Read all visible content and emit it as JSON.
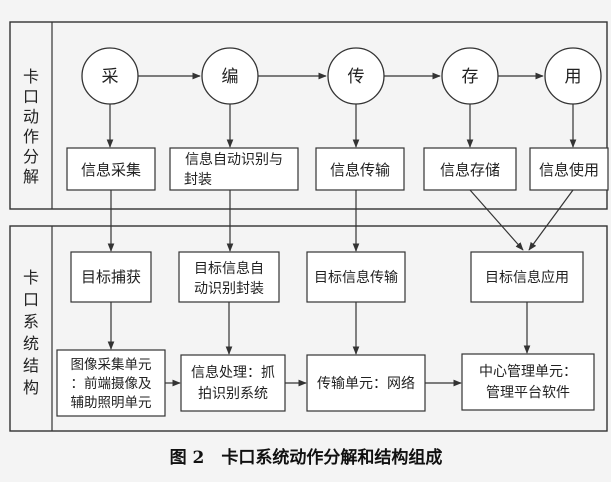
{
  "sections": {
    "action": {
      "label_chars": [
        "卡",
        "口",
        "动",
        "作",
        "分",
        "解"
      ]
    },
    "structure": {
      "label_chars": [
        "卡",
        "口",
        "系",
        "统",
        "结",
        "构"
      ]
    }
  },
  "circles": [
    "采",
    "编",
    "传",
    "存",
    "用"
  ],
  "action_boxes": [
    {
      "lines": [
        "信息采集"
      ]
    },
    {
      "lines": [
        "信息自动识别与",
        "封装"
      ]
    },
    {
      "lines": [
        "信息传输"
      ]
    },
    {
      "lines": [
        "信息存储"
      ]
    },
    {
      "lines": [
        "信息使用"
      ]
    }
  ],
  "target_boxes": [
    {
      "lines": [
        "目标捕获"
      ]
    },
    {
      "lines": [
        "目标信息自",
        "动识别封装"
      ]
    },
    {
      "lines": [
        "目标信息传输"
      ]
    },
    {
      "lines": [
        "目标信息应用"
      ]
    }
  ],
  "unit_boxes": [
    {
      "lines": [
        "图像采集单元",
        "：前端摄像及",
        "辅助照明单元"
      ]
    },
    {
      "lines": [
        "信息处理：抓",
        "拍识别系统"
      ]
    },
    {
      "lines": [
        "传输单元：网络"
      ]
    },
    {
      "lines": [
        "中心管理单元：",
        "管理平台软件"
      ]
    }
  ],
  "caption": "图 2　卡口系统动作分解和结构组成",
  "colors": {
    "line": "#333333",
    "box_fill": "#ffffff",
    "background": "#f4f4f4"
  }
}
